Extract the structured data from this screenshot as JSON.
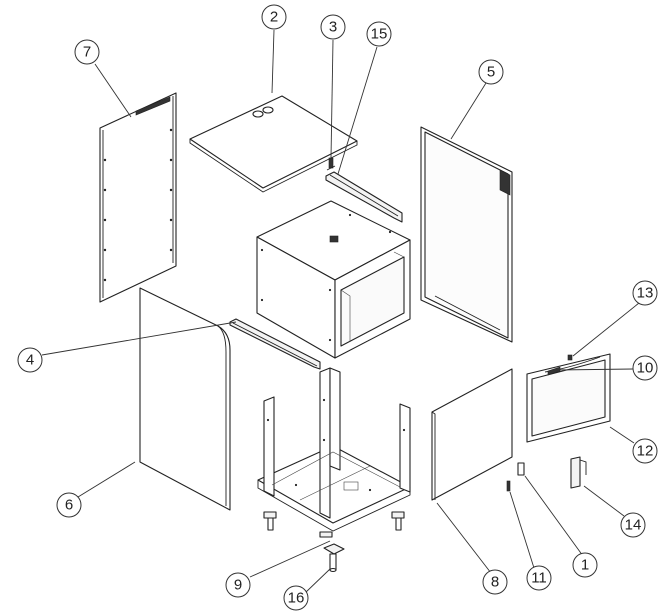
{
  "balloons": [
    {
      "label": "1"
    },
    {
      "label": "2"
    },
    {
      "label": "3"
    },
    {
      "label": "4"
    },
    {
      "label": "5"
    },
    {
      "label": "6"
    },
    {
      "label": "7"
    },
    {
      "label": "8"
    },
    {
      "label": "9"
    },
    {
      "label": "10"
    },
    {
      "label": "11"
    },
    {
      "label": "12"
    },
    {
      "label": "13"
    },
    {
      "label": "14"
    },
    {
      "label": "15"
    },
    {
      "label": "16"
    }
  ]
}
